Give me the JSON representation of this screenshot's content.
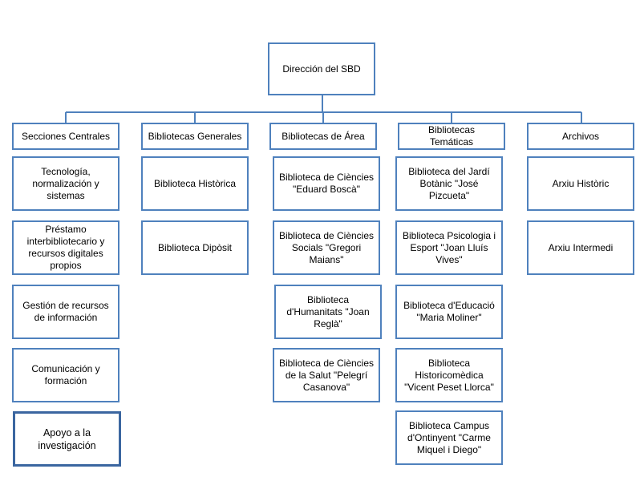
{
  "root": {
    "label": "Dirección  del SBD"
  },
  "columns": [
    {
      "header": "Secciones Centrales",
      "items": [
        "Tecnología, normalización y sistemas",
        "Préstamo interbibliotecario y recursos digitales propios",
        "Gestión de recursos de información",
        "Comunicación y formación",
        "Apoyo a la investigación"
      ]
    },
    {
      "header": "Bibliotecas Generales",
      "items": [
        "Biblioteca Històrica",
        "Biblioteca Dipòsit"
      ]
    },
    {
      "header": "Bibliotecas de Área",
      "items": [
        "Biblioteca de Ciències \"Eduard Boscà\"",
        "Biblioteca de Ciències Socials \"Gregori Maians\"",
        "Biblioteca d'Humanitats \"Joan Reglà\"",
        "Biblioteca de Ciències de la Salut \"Pelegrí Casanova\""
      ]
    },
    {
      "header": "Bibliotecas Temáticas",
      "items": [
        "Biblioteca del Jardí Botànic \"José Pizcueta\"",
        "Biblioteca Psicologia i Esport \"Joan Lluís Vives\"",
        "Biblioteca d'Educació \"Maria Moliner\"",
        "Biblioteca Historicomèdica \"Vicent Peset Llorca\"",
        "Biblioteca Campus d'Ontinyent \"Carme Miquel i Diego\""
      ]
    },
    {
      "header": "Archivos",
      "items": [
        "Arxiu Històric",
        "Arxiu Intermedi"
      ]
    }
  ]
}
